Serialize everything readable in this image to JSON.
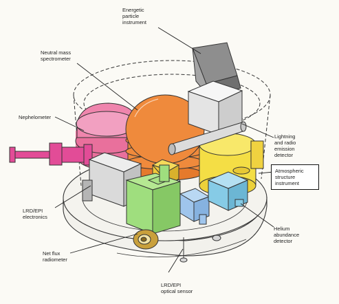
{
  "labels": {
    "energetic": "Energetic\nparticle\ninstrument",
    "neutral_mass": "Neutral mass\nspectrometer",
    "nephelometer": "Nephelometer",
    "lightning": "Lightning\nand radio\nemission\ndetector",
    "atmospheric": "Atmospheric\nstructure\ninstrument",
    "lrd_electronics": "LRD/EPI\nelectronics",
    "helium": "Helium\nabundance\ndetector",
    "net_flux": "Net flux\nradiometer",
    "lrd_optical": "LRD/EPI\noptical sensor"
  },
  "colors": {
    "nephelometer": "#e9709c",
    "mass_spectrometer": "#ef8a3c",
    "structure": "#f4de45",
    "energetic_particle": "#8e8e8e",
    "lightning_detector": "#efefef",
    "helium_detector": "#86cbe6",
    "net_flux": "#9fde7e",
    "electronics": "#d9d9d9",
    "probe_stub": "#e24c97",
    "small_blue_box": "#9fc5ec",
    "mechanism": "#f0c83a"
  }
}
